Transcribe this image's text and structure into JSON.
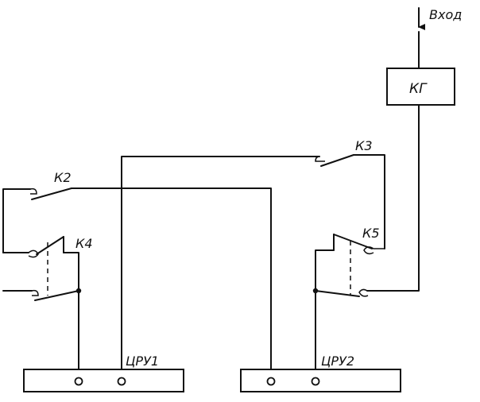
{
  "diagram": {
    "input_label": "Вход",
    "kg_label": "КГ",
    "switches": {
      "k2": "К2",
      "k3": "К3",
      "k4": "К4",
      "k5": "К5"
    },
    "units": {
      "cru1": "ЦРУ1",
      "cru2": "ЦРУ2"
    },
    "line_color": "#111111",
    "background": "#ffffff"
  }
}
